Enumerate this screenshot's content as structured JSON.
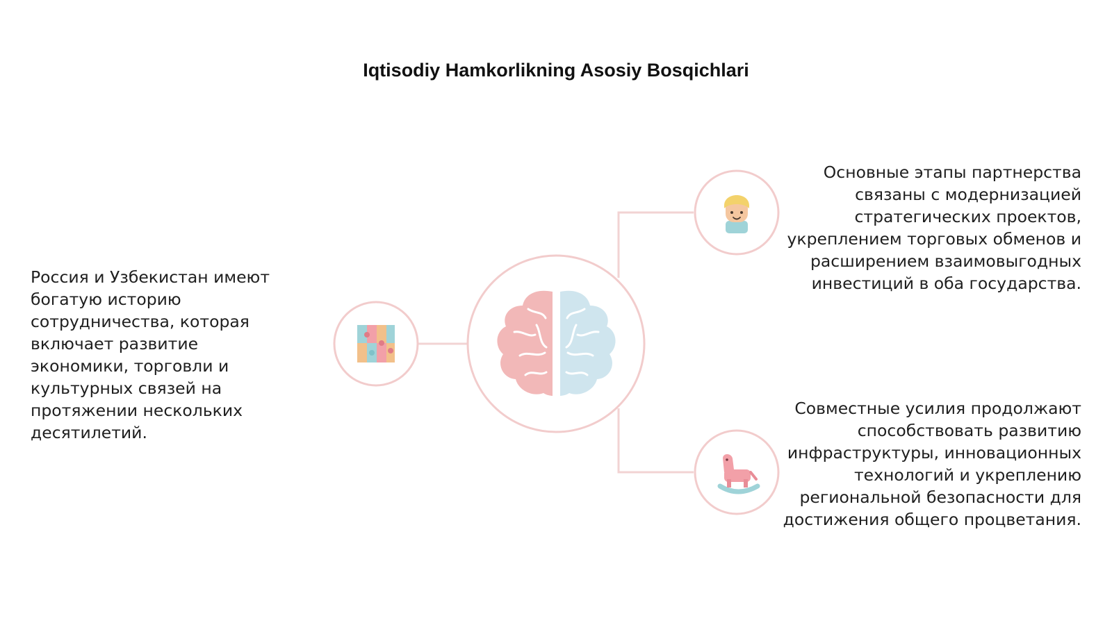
{
  "title": "Iqtisodiy Hamkorlikning Asosiy Bosqichlari",
  "center_node": {
    "icon": "brain-icon"
  },
  "nodes": [
    {
      "id": "left",
      "icon": "puzzle-icon",
      "text": "Россия и Узбекистан имеют богатую историю сотрудничества, которая включает развитие экономики, торговли и культурных связей на протяжении нескольких десятилетий."
    },
    {
      "id": "top-right",
      "icon": "child-face-icon",
      "text": "Основные этапы партнерства связаны с модернизацией стратегических проектов, укреплением торговых обменов и расширением взаимовыгодных инвестиций в оба государства."
    },
    {
      "id": "bottom-right",
      "icon": "rocking-horse-icon",
      "text": "Совместные усилия продолжают способствовать развитию инфраструктуры, инновационных технологий и укреплению региональной безопасности для достижения общего процветания."
    }
  ],
  "colors": {
    "connector": "#f2d3d3",
    "circle_stroke": "#f2cccc",
    "brain_left": "#f2b8b8",
    "brain_right": "#cfe5ee"
  }
}
